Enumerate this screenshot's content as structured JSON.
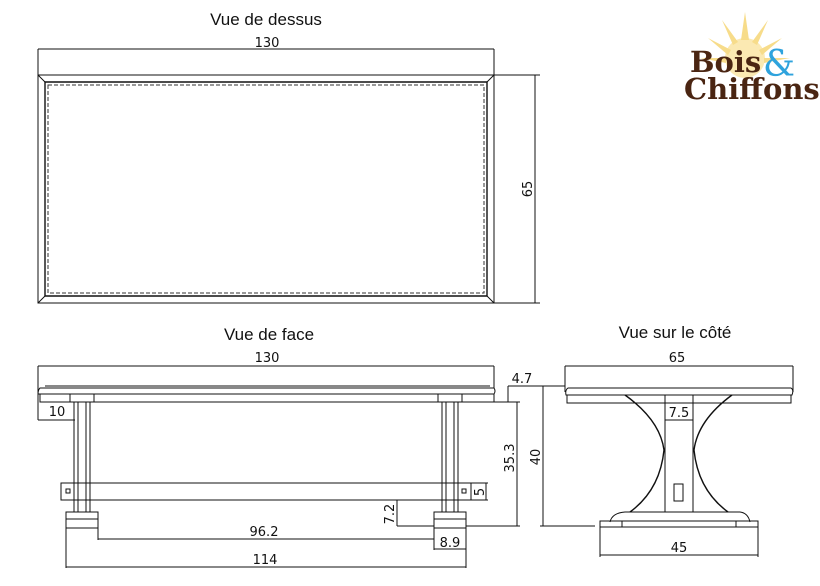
{
  "logo": {
    "line1": "Bois",
    "ampersand": "&",
    "line2": "Chiffons",
    "colors": {
      "text": "#4a2512",
      "ampersand": "#2fa3dd",
      "sun": "#f7dc8a"
    }
  },
  "top_view": {
    "title": "Vue de dessus",
    "width_label": "130",
    "depth_label": "65"
  },
  "front_view": {
    "title": "Vue de face",
    "length_label": "130",
    "top_thickness_label": "4.7",
    "overhang_label": "10",
    "leg_height_label": "35.3",
    "total_height_label": "40",
    "stretcher_label": "5",
    "stretcher_height_label": "7.2",
    "inner_span_label": "96.2",
    "foot_width_label": "8.9",
    "base_span_label": "114"
  },
  "side_view": {
    "title": "Vue sur le côté",
    "width_label": "65",
    "post_width_label": "7.5",
    "base_label": "45"
  }
}
